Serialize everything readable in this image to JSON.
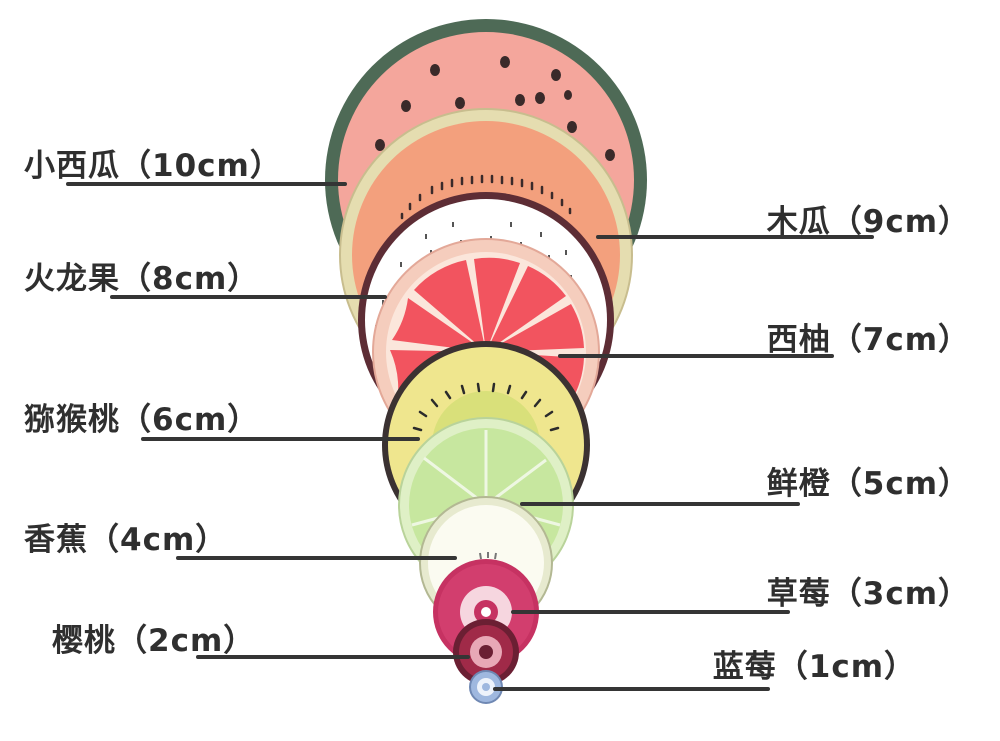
{
  "diagram": {
    "labels": {
      "watermelon": "小西瓜（10cm）",
      "papaya": "木瓜（9cm）",
      "dragonfruit": "火龙果（8cm）",
      "pomelo": "西柚（7cm）",
      "kiwi": "猕猴桃（6cm）",
      "orange": "鲜橙（5cm）",
      "banana": "香蕉（4cm）",
      "strawberry": "草莓（3cm）",
      "cherry": "樱桃（2cm）",
      "blueberry": "蓝莓（1cm）"
    },
    "colors": {
      "watermelon_rind": "#4e6a56",
      "watermelon_flesh": "#f4a69c",
      "papaya_rind": "#e5ddb0",
      "papaya_flesh": "#f3a07d",
      "dragonfruit_rind": "#5d2d35",
      "dragonfruit_flesh": "#ffffff",
      "pomelo_rind": "#f5cdbd",
      "pomelo_segment": "#f2545f",
      "kiwi_rind": "#3b3232",
      "kiwi_flesh": "#efe68e",
      "orange_rind": "#dff0c6",
      "orange_flesh": "#c7e79f",
      "banana_rind": "#e7eacf",
      "banana_flesh": "#fbfbf1",
      "strawberry_flesh": "#d23e6e",
      "cherry_rind": "#6b1f33",
      "blueberry_rind": "#9fb8df",
      "line": "#353535"
    }
  }
}
